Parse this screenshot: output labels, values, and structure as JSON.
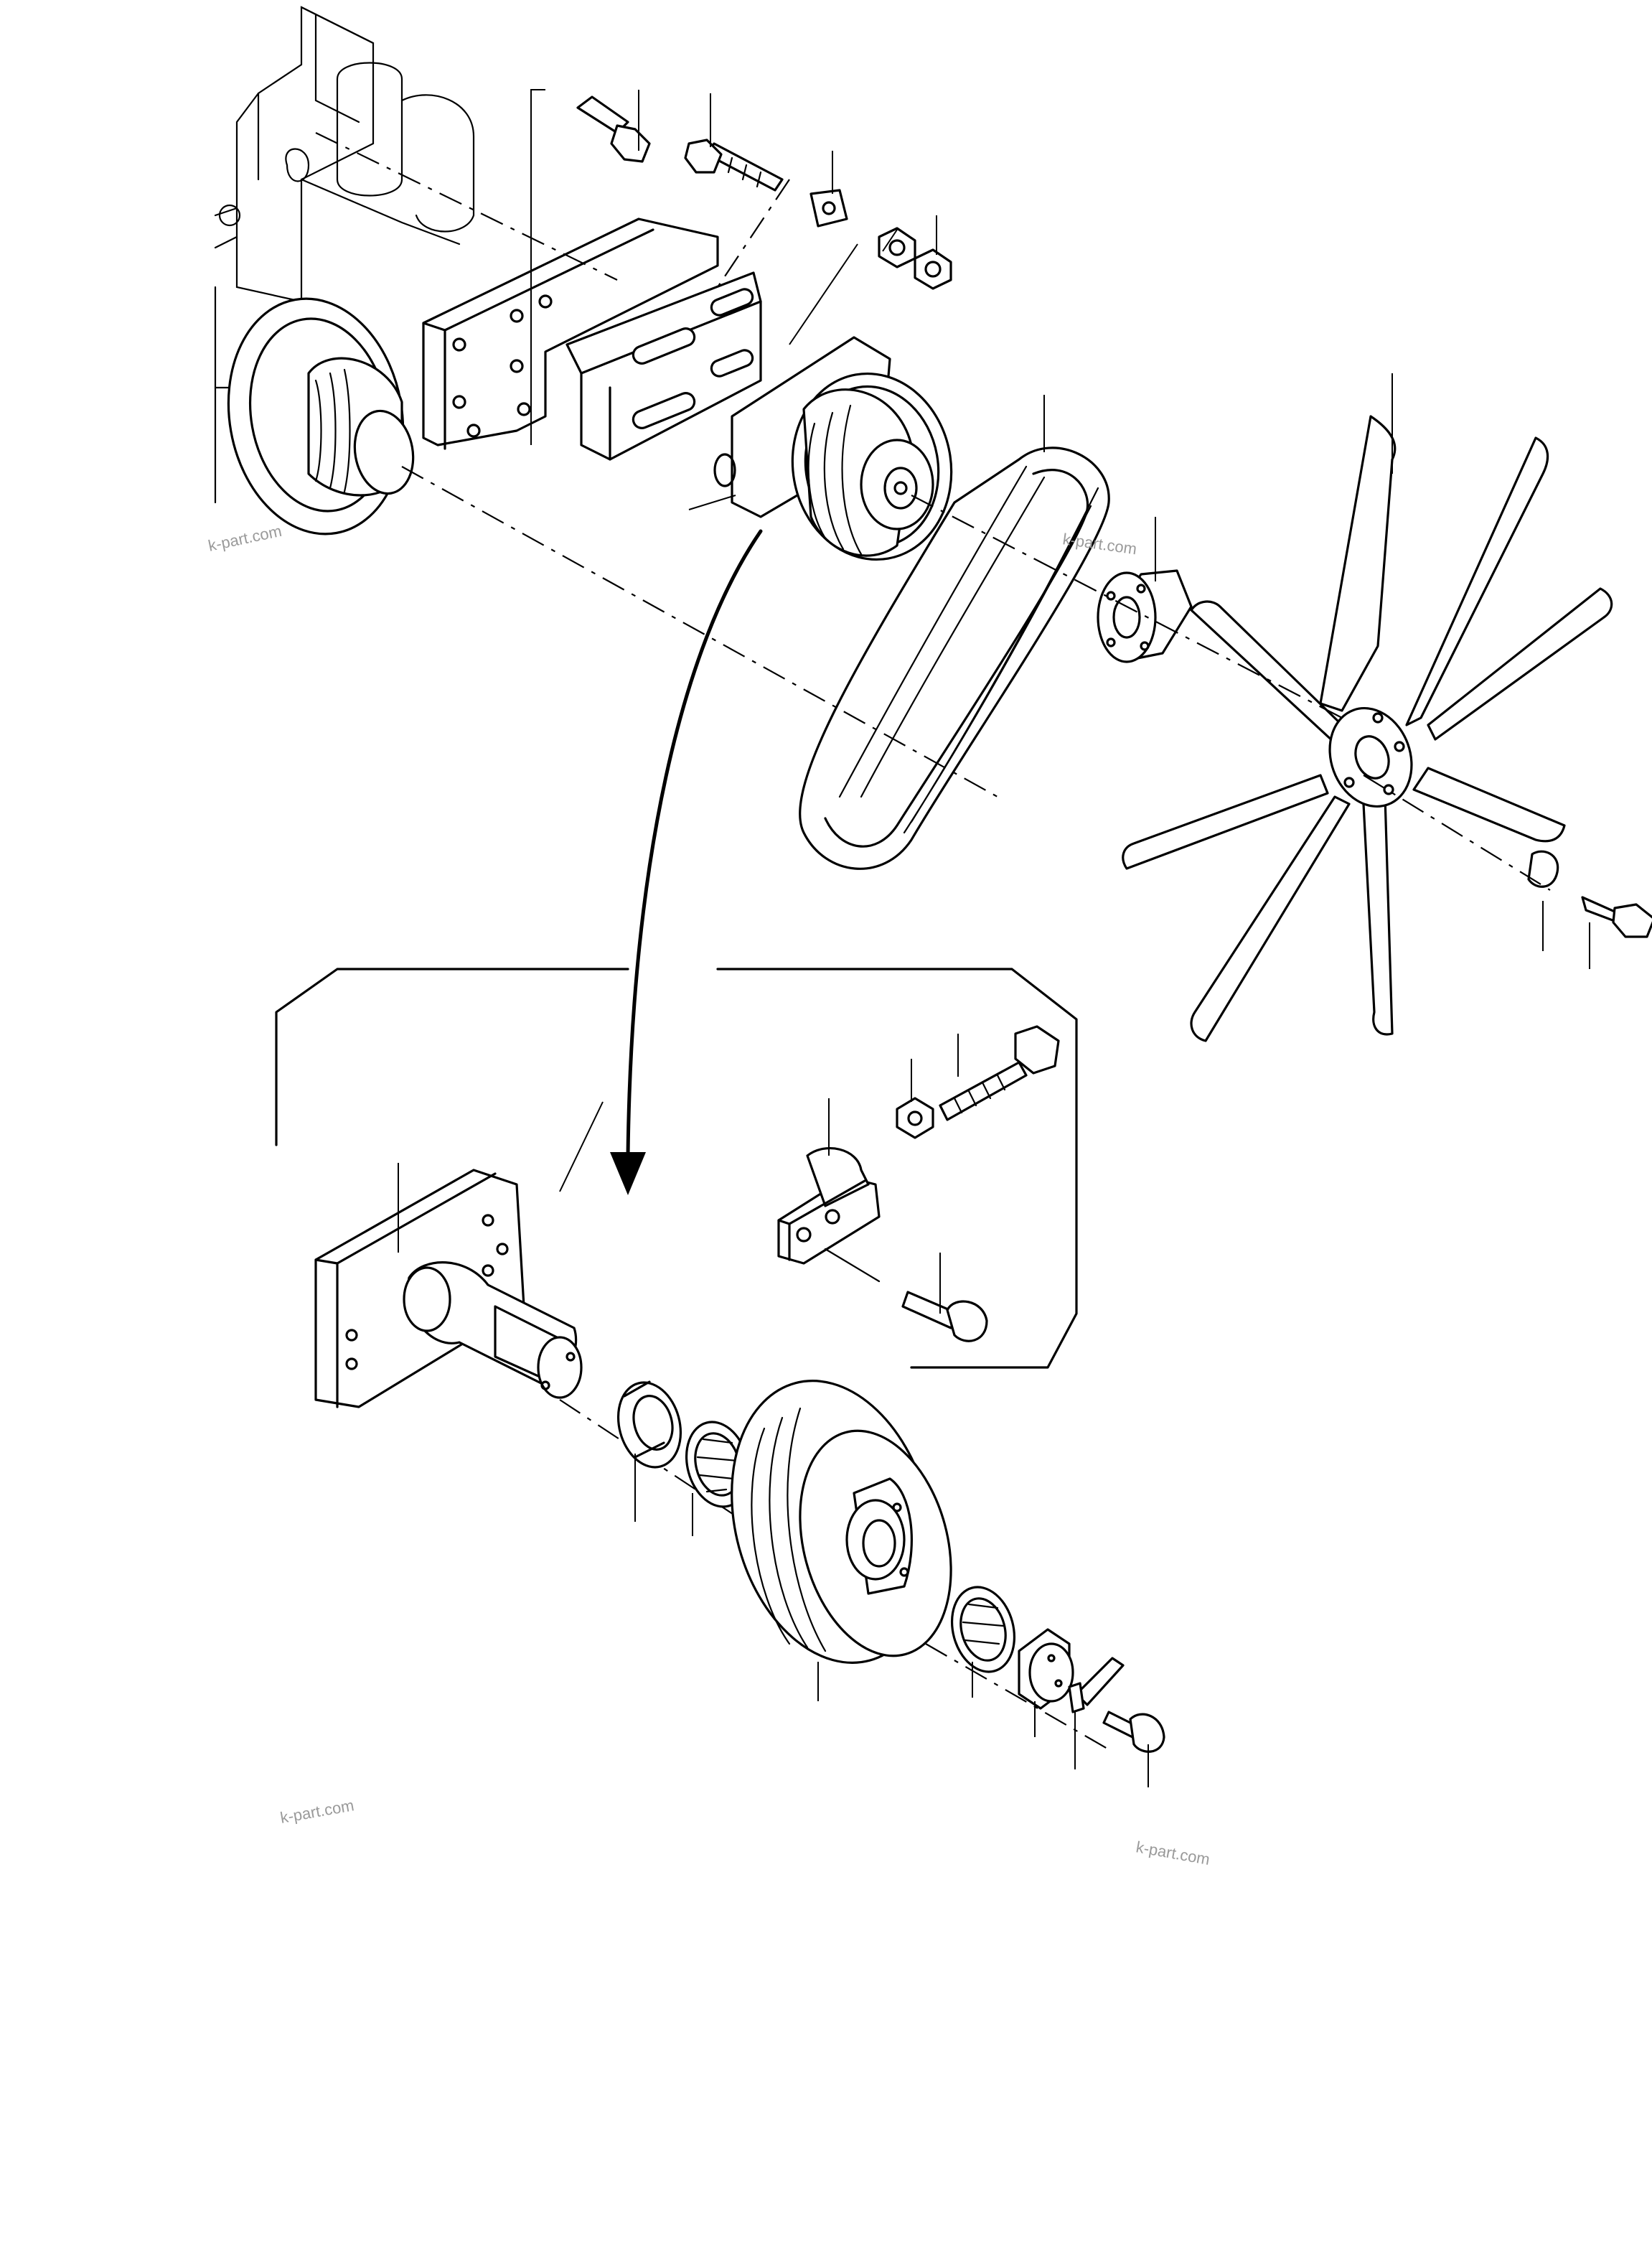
{
  "watermarks": {
    "top_left": "k-part.com",
    "near_belt": "k-part.com",
    "bottom_left": "k-part.com",
    "bottom_right": "k-part.com"
  },
  "colors": {
    "ink": "#000000",
    "paper": "#ffffff",
    "watermark": "#9a9a9a"
  }
}
